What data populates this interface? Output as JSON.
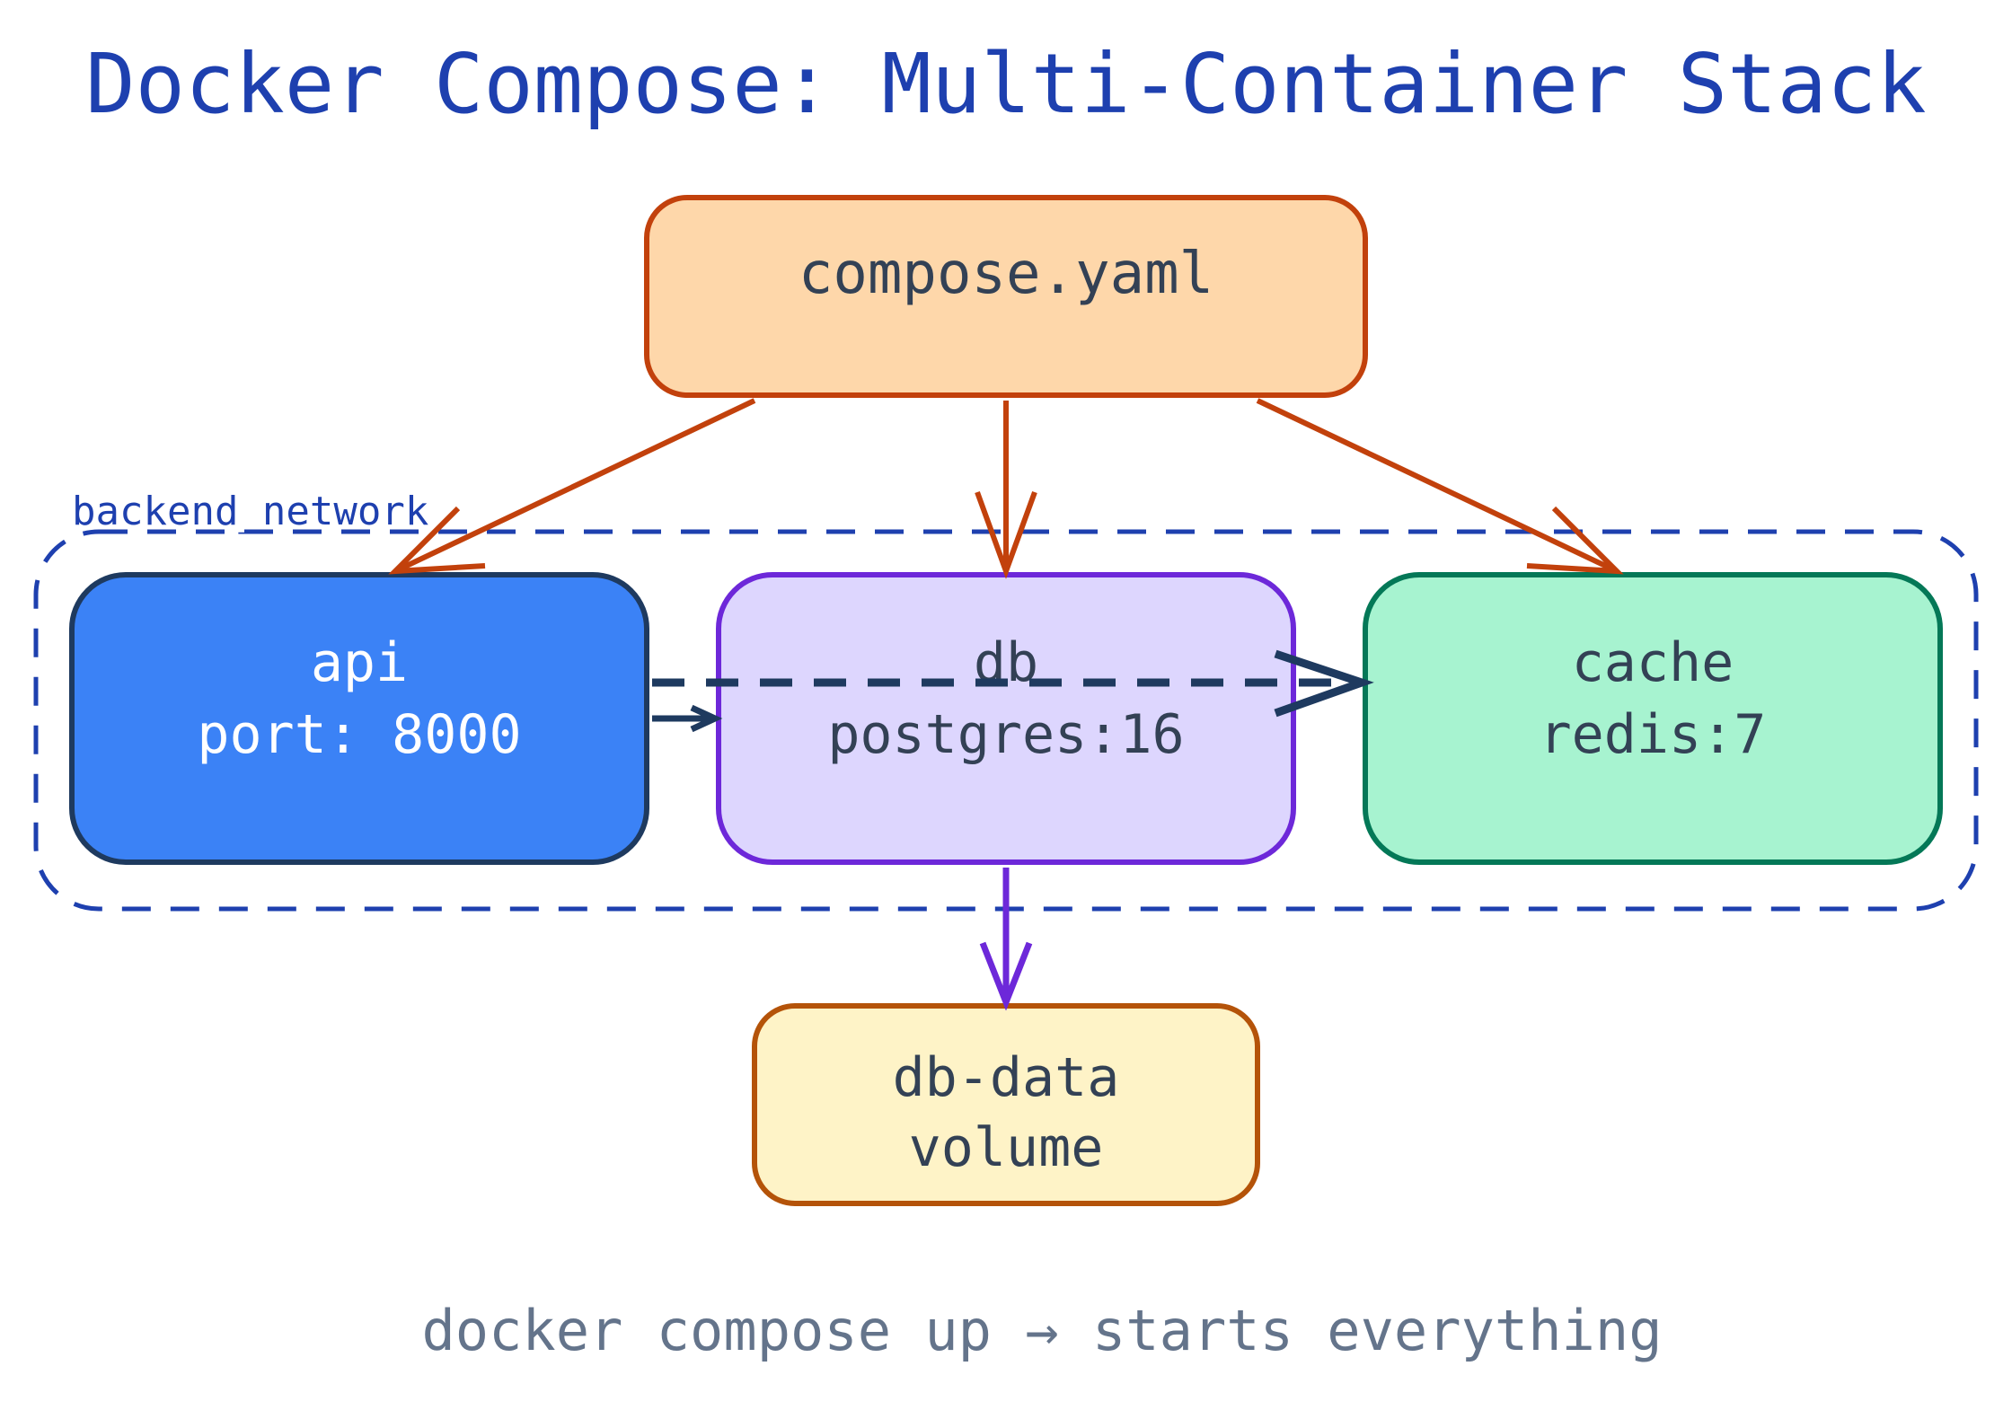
{
  "title": "Docker Compose: Multi-Container Stack",
  "footer": "docker compose up → starts everything",
  "network_label": "backend_network",
  "nodes": {
    "compose": {
      "lines": [
        "compose.yaml"
      ],
      "fill": "#fed7aa",
      "stroke": "#c2410c",
      "text_color": "#334155"
    },
    "api": {
      "lines": [
        "api",
        "port: 8000"
      ],
      "fill": "#3b82f6",
      "stroke": "#1e3a5f",
      "text_color": "#ffffff"
    },
    "db": {
      "lines": [
        "db",
        "postgres:16"
      ],
      "fill": "#ddd6fe",
      "stroke": "#6d28d9",
      "text_color": "#334155"
    },
    "cache": {
      "lines": [
        "cache",
        "redis:7"
      ],
      "fill": "#a7f3d0",
      "stroke": "#047857",
      "text_color": "#334155"
    },
    "volume": {
      "lines": [
        "db-data",
        "volume"
      ],
      "fill": "#fef3c7",
      "stroke": "#b45309",
      "text_color": "#334155"
    }
  },
  "colors": {
    "title": "#1e40af",
    "network": "#1e40af",
    "footer": "#64748b",
    "compose_arrows": "#c2410c",
    "api_arrows": "#1e3a5f",
    "volume_arrow": "#6d28d9"
  }
}
